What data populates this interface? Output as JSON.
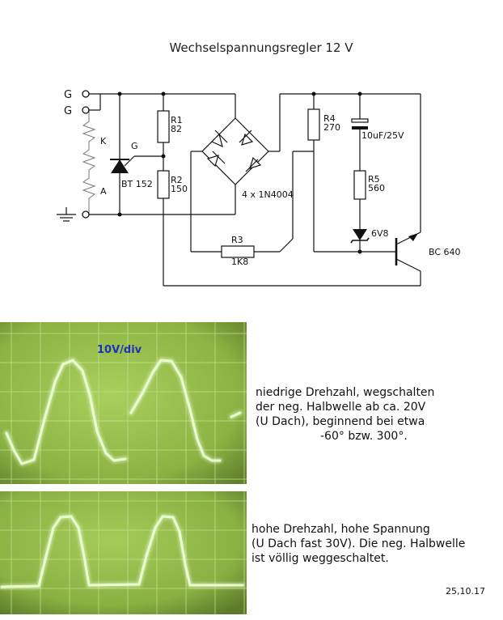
{
  "title": "Wechselspannungsregler 12 V",
  "terminals": {
    "g1": "G",
    "g2": "G",
    "k": "K",
    "a": "A",
    "gate": "G"
  },
  "components": {
    "r1": {
      "name": "R1",
      "value": "82"
    },
    "r2": {
      "name": "R2",
      "value": "150"
    },
    "r3": {
      "name": "R3",
      "value": "1K8"
    },
    "r4": {
      "name": "R4",
      "value": "270"
    },
    "r5": {
      "name": "R5",
      "value": "560"
    },
    "capacitor": "10uF/25V",
    "zener": "6V8",
    "thyristor": "BT 152",
    "bridge": "4 x 1N4004",
    "transistor": "BC 640"
  },
  "scope1": {
    "scale_label": "10V/div",
    "caption": [
      "niedrige Drehzahl, wegschalten",
      "der neg. Halbwelle ab ca. 20V",
      "(U Dach), beginnend bei etwa",
      "-60° bzw. 300°."
    ]
  },
  "scope2": {
    "caption": [
      "hohe Drehzahl, hohe Spannung",
      "(U Dach fast 30V). Die neg. Halbwelle",
      "ist völlig weggeschaltet."
    ]
  },
  "date": "25,10.17",
  "colors": {
    "screen": "#8fb545",
    "grid": "#b9d880",
    "trace": "#e6ffcc",
    "label_blue": "#1c33b8"
  }
}
